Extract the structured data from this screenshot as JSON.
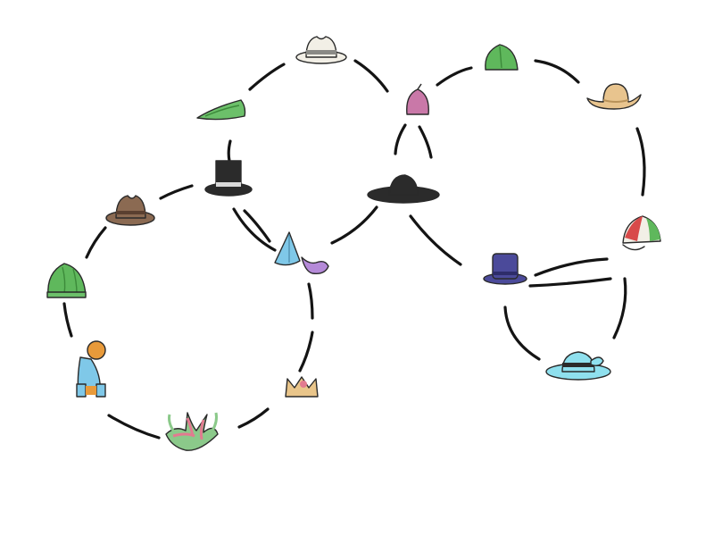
{
  "colors": {
    "ink": "#141414",
    "green": "#5fb85c",
    "teal_green": "#6cc06a",
    "tan": "#e8c48e",
    "white_hat": "#f2efe6",
    "grey_band": "#8a8a86",
    "black_hat": "#2b2b2b",
    "brown": "#8b6a52",
    "magenta": "#c978a8",
    "light_blue": "#7fc8e8",
    "cyan_hat": "#8fe0ee",
    "purple": "#4b4a9a",
    "lilac": "#b58ad8",
    "orange": "#e89a3a",
    "crown": "#e9c58a",
    "jester_green": "#8bc98a",
    "jester_pink": "#e27a90",
    "red": "#d84a4a"
  },
  "nodes": [
    {
      "id": "white-fedora",
      "icon": "white-fedora-icon"
    },
    {
      "id": "green-party-hat",
      "icon": "green-cone-hat-icon"
    },
    {
      "id": "black-top-hat",
      "icon": "top-hat-icon"
    },
    {
      "id": "brown-fedora",
      "icon": "brown-fedora-icon"
    },
    {
      "id": "green-beanie",
      "icon": "green-beanie-icon"
    },
    {
      "id": "blue-person",
      "icon": "seated-person-icon"
    },
    {
      "id": "jester-crown",
      "icon": "jester-crown-icon"
    },
    {
      "id": "gold-crown",
      "icon": "crown-icon"
    },
    {
      "id": "blue-cone-hat",
      "icon": "blue-cone-hat-icon"
    },
    {
      "id": "purple-plume",
      "icon": "plume-icon"
    },
    {
      "id": "pink-beanie",
      "icon": "pink-beanie-icon"
    },
    {
      "id": "green-cap",
      "icon": "green-cap-icon"
    },
    {
      "id": "tan-cowboy-hat",
      "icon": "cowboy-hat-icon"
    },
    {
      "id": "black-sombrero",
      "icon": "sombrero-icon"
    },
    {
      "id": "striped-cap",
      "icon": "striped-cap-icon"
    },
    {
      "id": "purple-top-hat",
      "icon": "purple-top-hat-icon"
    },
    {
      "id": "cyan-boater",
      "icon": "boater-hat-icon"
    }
  ]
}
